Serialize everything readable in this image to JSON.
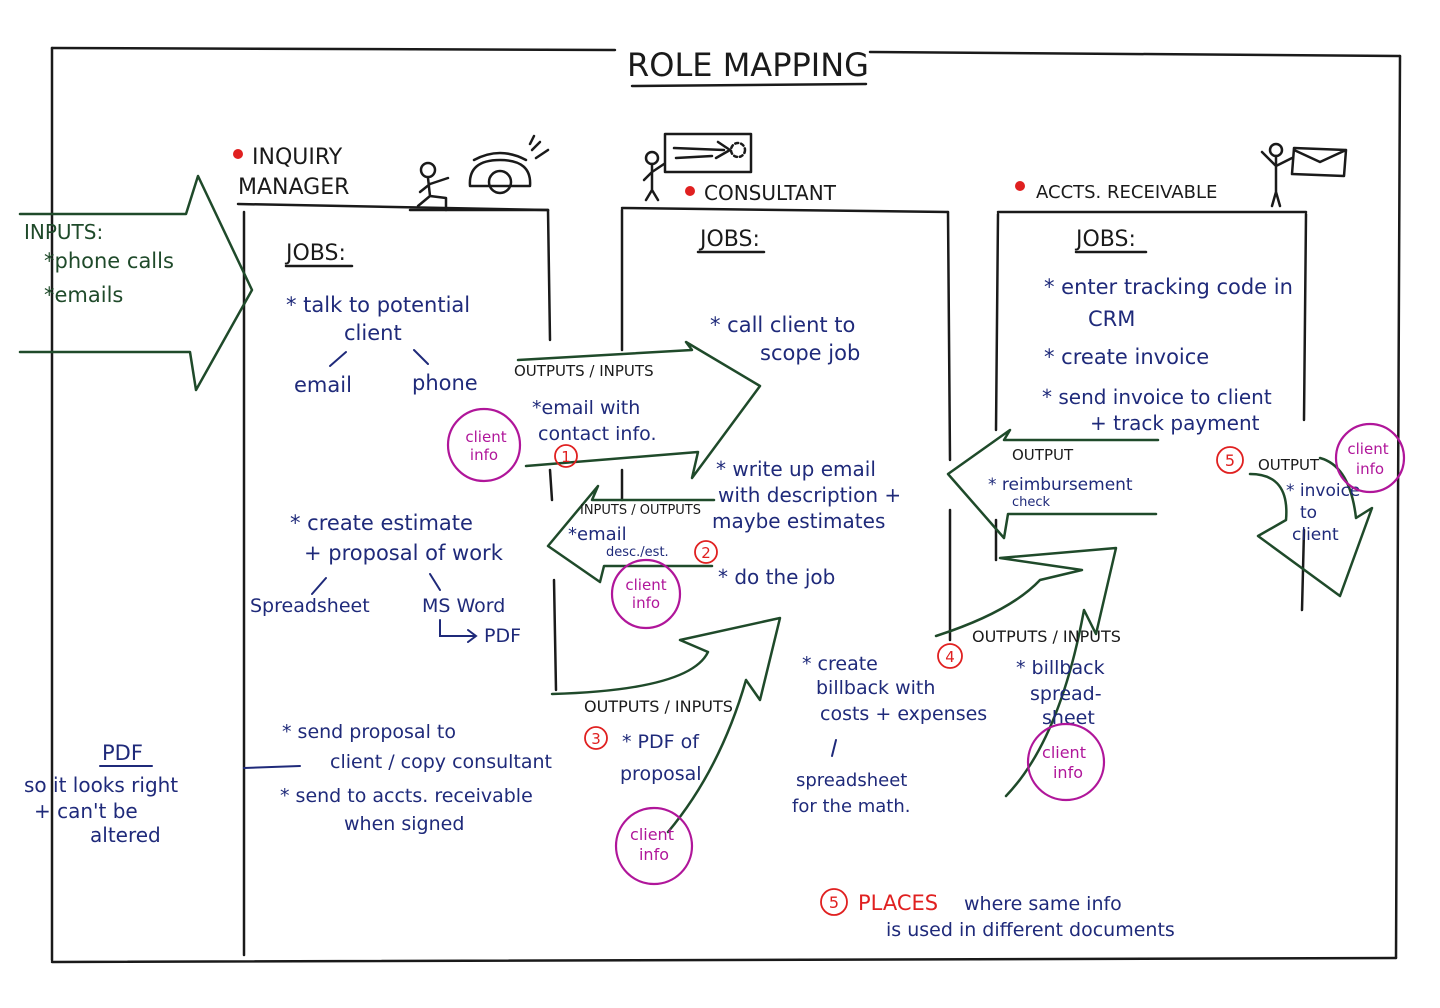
{
  "title": "ROLE MAPPING",
  "colors": {
    "ink": "#1a1a1a",
    "arrow": "#1f4a2a",
    "text": "#1f2a7a",
    "marker": "#e02020",
    "client_info": "#b0169a"
  },
  "inputs": {
    "heading": "INPUTS:",
    "items": [
      "*phone calls",
      "*emails"
    ]
  },
  "roles": {
    "inquiry": {
      "name_line1": "INQUIRY",
      "name_line2": "MANAGER",
      "jobs_label": "JOBS:",
      "job1_line1": "* talk to potential",
      "job1_line2": "client",
      "email": "email",
      "phone": "phone",
      "job2_line1": "* create estimate",
      "job2_line2": "+ proposal of work",
      "spreadsheet": "Spreadsheet",
      "msword": "MS Word",
      "pdf": "PDF"
    },
    "consultant": {
      "name": "CONSULTANT",
      "jobs_label": "JOBS:",
      "job1_line1": "* call client to",
      "job1_line2": "scope job",
      "job2_line1": "* write up email",
      "job2_line2": "with description +",
      "job2_line3": "maybe estimates",
      "job3": "* do the job",
      "job4_line1": "* create",
      "job4_line2": "billback with",
      "job4_line3": "costs + expenses",
      "job4_sub1": "spreadsheet",
      "job4_sub2": "for the math."
    },
    "ar": {
      "name": "ACCTS. RECEIVABLE",
      "jobs_label": "JOBS:",
      "job1_line1": "* enter tracking code in",
      "job1_line2": "CRM",
      "job2": "* create invoice",
      "job3_line1": "* send invoice to client",
      "job3_line2": "+ track payment"
    }
  },
  "flows": {
    "f1": {
      "label": "OUTPUTS / INPUTS",
      "item_line1": "*email with",
      "item_line2": "contact info.",
      "number": "1"
    },
    "f2": {
      "label": "INPUTS / OUTPUTS",
      "item_line1": "*email",
      "item_line2": "desc./est.",
      "number": "2"
    },
    "f3": {
      "label": "OUTPUTS / INPUTS",
      "item_line1": "* PDF of",
      "item_line2": "proposal",
      "number": "3"
    },
    "f4": {
      "label": "OUTPUTS / INPUTS",
      "item_line1": "* billback",
      "item_line2": "spread-",
      "item_line3": "sheet",
      "number": "4"
    },
    "f5": {
      "label": "OUTPUT",
      "item_line1": "* invoice",
      "item_line2": "to",
      "item_line3": "client",
      "number": "5"
    },
    "reimb": {
      "label": "OUTPUT",
      "item_line1": "* reimbursement",
      "item_line2": "check"
    }
  },
  "client_info": {
    "line1": "client",
    "line2": "info"
  },
  "pdf_note": {
    "heading": "PDF",
    "line1": "so it looks right",
    "line2": "+ can't be",
    "line3": "altered"
  },
  "send": {
    "line1": "* send proposal to",
    "line2": "client / copy consultant",
    "line3": "* send to accts. receivable",
    "line4": "when signed"
  },
  "legend": {
    "number": "5",
    "places": "PLACES",
    "line1": "where same info",
    "line2": "is used in different documents"
  }
}
